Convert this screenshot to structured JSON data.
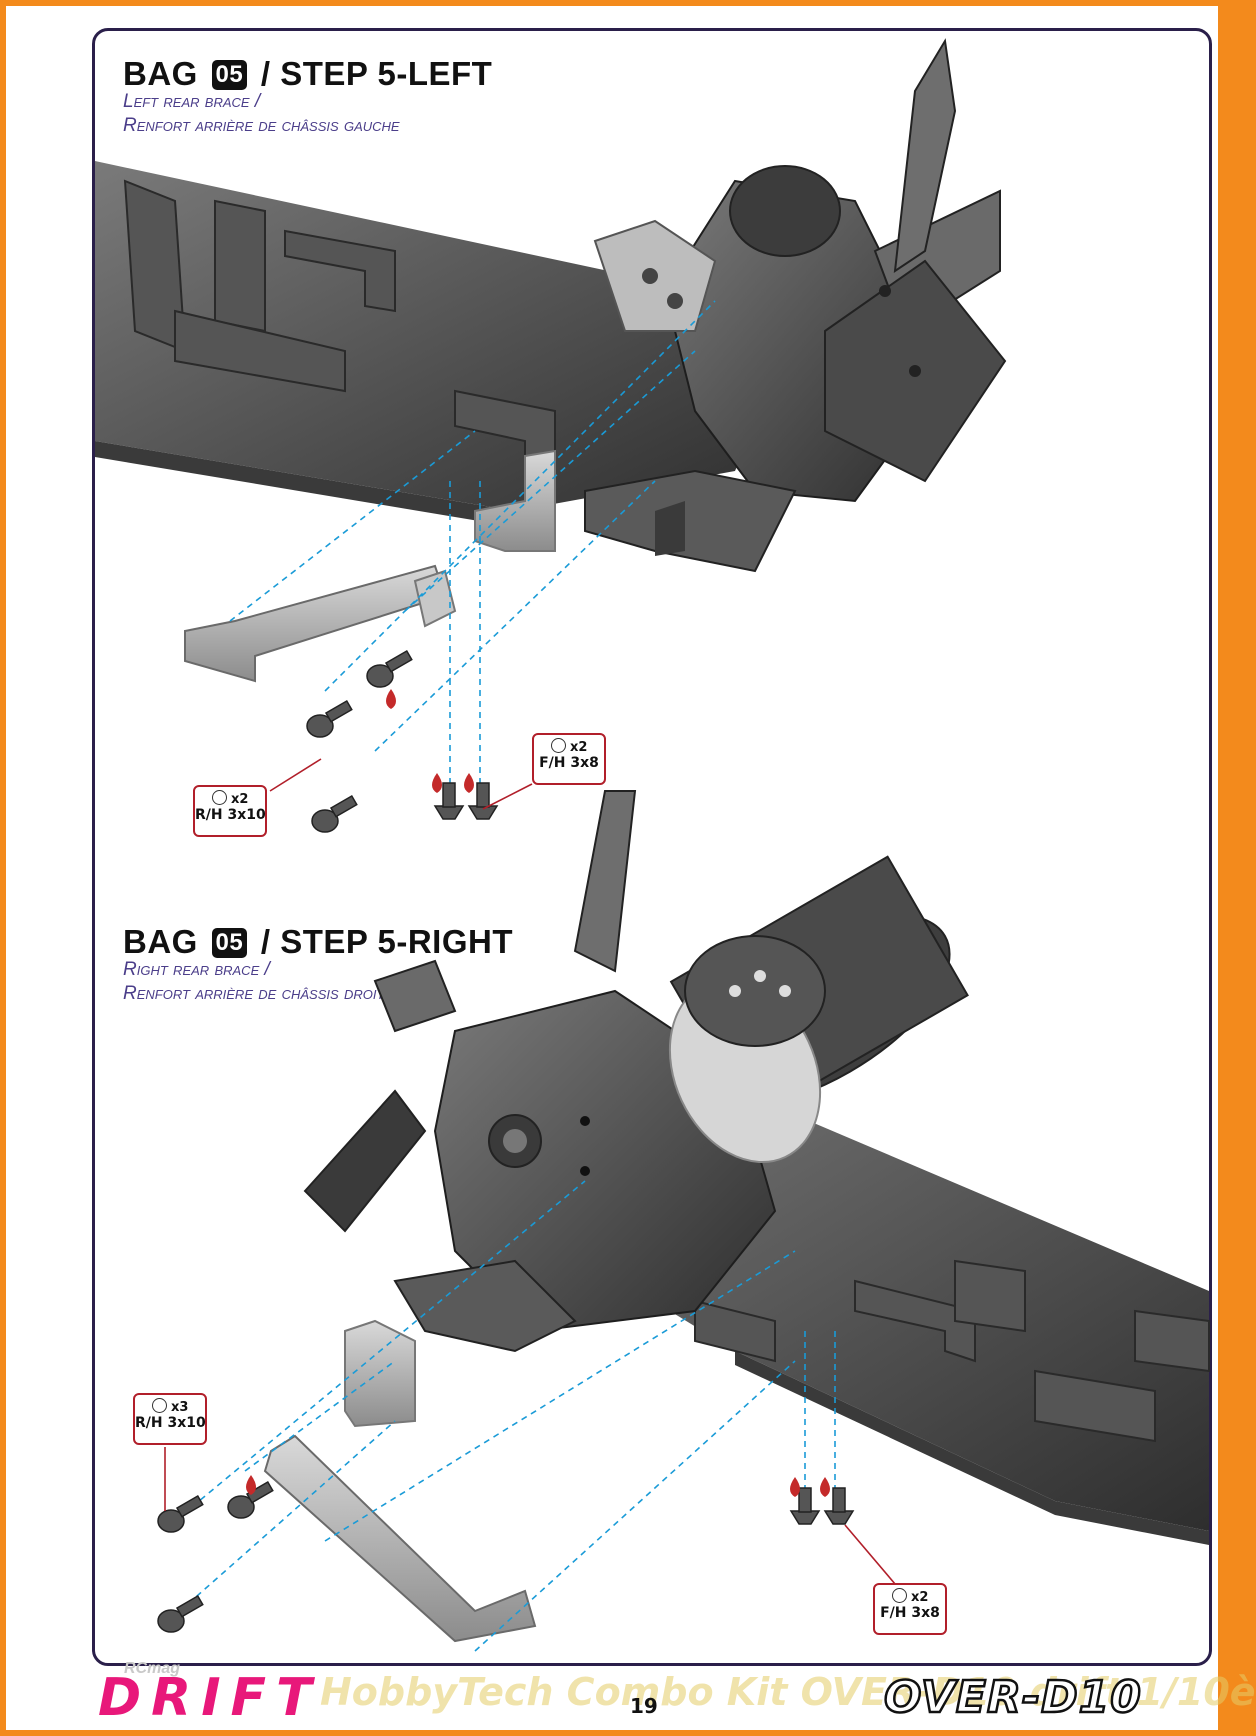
{
  "step_left": {
    "title_prefix": "BAG",
    "bag_number": "05",
    "title_suffix": "/ STEP 5-LEFT",
    "subtitle_en": "Left rear brace /",
    "subtitle_fr": "Renfort arrière de châssis gauche",
    "badge_rh": {
      "qty": "x2",
      "spec": "R/H 3x10"
    },
    "badge_fh": {
      "qty": "x2",
      "spec": "F/H 3x8"
    },
    "threadlock_mark": "1"
  },
  "step_right": {
    "title_prefix": "BAG",
    "bag_number": "05",
    "title_suffix": "/ STEP 5-RIGHT",
    "subtitle_en": "Right rear brace /",
    "subtitle_fr": "Renfort arrière de châssis droit",
    "badge_rh": {
      "qty": "x3",
      "spec": "R/H 3x10"
    },
    "badge_fh": {
      "qty": "x2",
      "spec": "F/H 3x8"
    },
    "threadlock_mark": "1"
  },
  "footer": {
    "page_number": "19",
    "brand_logo": "DRIFT",
    "model_logo": "OVER-D10",
    "watermark": "HobbyTech Combo Kit OVER-D10 drift 1/10è",
    "rcmag_mark": "RCmag"
  },
  "colors": {
    "border_orange": "#f38a1c",
    "frame_navy": "#2a1f4a",
    "subtitle_purple": "#4b3e8a",
    "badge_red": "#b11f2a",
    "guide_blue": "#1a9bd7",
    "drift_pink": "#e8187a"
  }
}
